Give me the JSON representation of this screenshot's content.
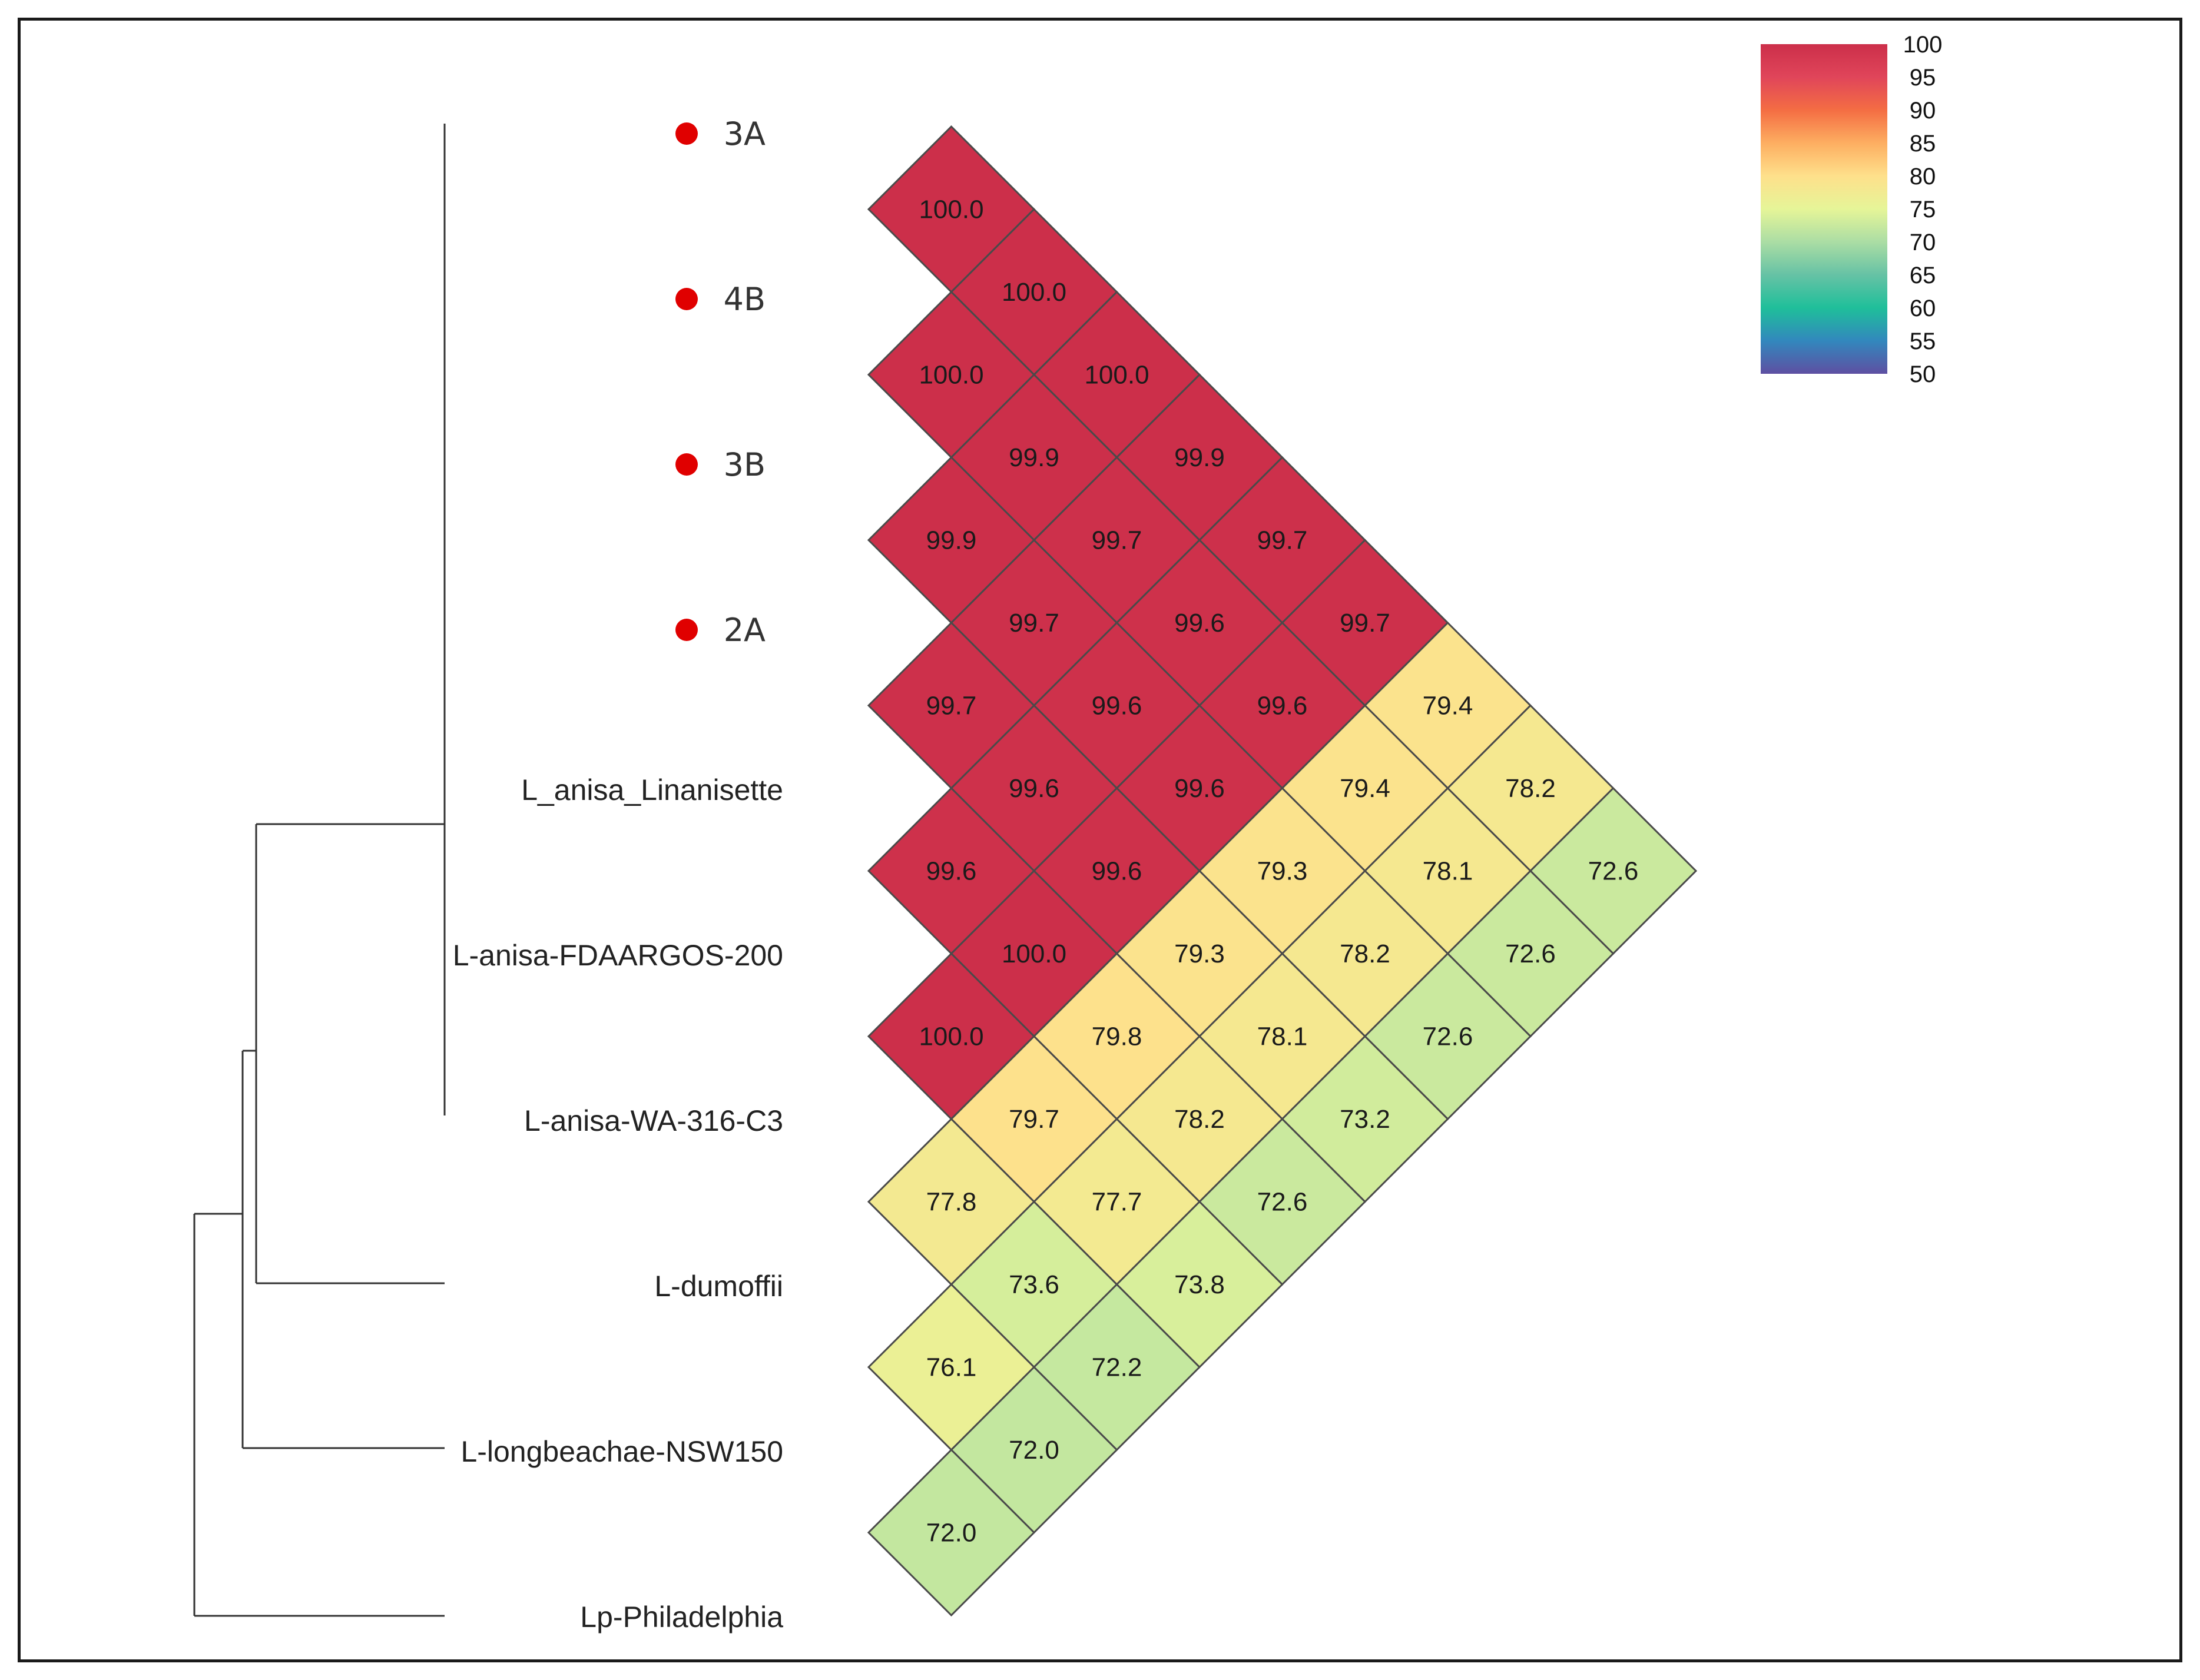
{
  "chart_data": {
    "type": "heatmap",
    "layout": "triangular similarity matrix with dendrogram",
    "taxa": [
      {
        "label": "3A",
        "highlight": true
      },
      {
        "label": "4B",
        "highlight": true
      },
      {
        "label": "3B",
        "highlight": true
      },
      {
        "label": "2A",
        "highlight": true
      },
      {
        "label": "L_anisa_Linanisette",
        "highlight": false
      },
      {
        "label": "L-anisa-FDAARGOS-200",
        "highlight": false
      },
      {
        "label": "L-anisa-WA-316-C3",
        "highlight": false
      },
      {
        "label": "L-dumoffii",
        "highlight": false
      },
      {
        "label": "L-longbeachae-NSW150",
        "highlight": false
      },
      {
        "label": "Lp-Philadelphia",
        "highlight": false
      }
    ],
    "matrix": [
      [
        null,
        100.0,
        100.0,
        100.0,
        99.9,
        99.7,
        99.7,
        79.4,
        78.2,
        72.6
      ],
      [
        100.0,
        null,
        100.0,
        99.9,
        99.7,
        99.6,
        99.6,
        79.4,
        78.1,
        72.6
      ],
      [
        100.0,
        100.0,
        null,
        99.9,
        99.7,
        99.6,
        99.6,
        79.3,
        78.2,
        72.6
      ],
      [
        100.0,
        99.9,
        99.9,
        null,
        99.7,
        99.6,
        99.6,
        79.3,
        78.1,
        73.2
      ],
      [
        99.9,
        99.7,
        99.7,
        99.7,
        null,
        99.6,
        100.0,
        79.8,
        78.2,
        72.6
      ],
      [
        99.7,
        99.6,
        99.6,
        99.6,
        99.6,
        null,
        100.0,
        79.7,
        77.7,
        73.8
      ],
      [
        99.7,
        99.6,
        99.6,
        99.6,
        100.0,
        100.0,
        null,
        77.8,
        73.6,
        72.2
      ],
      [
        79.4,
        79.4,
        79.3,
        79.3,
        79.8,
        79.7,
        77.8,
        null,
        76.1,
        72.0
      ],
      [
        78.2,
        78.1,
        78.2,
        78.1,
        78.2,
        77.7,
        73.6,
        76.1,
        null,
        72.0
      ],
      [
        72.6,
        72.6,
        72.6,
        73.2,
        72.6,
        73.8,
        72.2,
        72.0,
        72.0,
        null
      ]
    ],
    "colorbar": {
      "ticks": [
        "100",
        "95",
        "90",
        "85",
        "80",
        "75",
        "70",
        "65",
        "60",
        "55",
        "50"
      ],
      "range": [
        50,
        100
      ],
      "colors": [
        "#5e4fa2",
        "#3288bd",
        "#1fbf9a",
        "#66c2a5",
        "#abdda4",
        "#e6f598",
        "#fee08b",
        "#fdae61",
        "#f46d43",
        "#e0455a",
        "#cc2f4a"
      ],
      "placement": "top-right"
    },
    "marker_color": "#e00000",
    "grid": true
  }
}
